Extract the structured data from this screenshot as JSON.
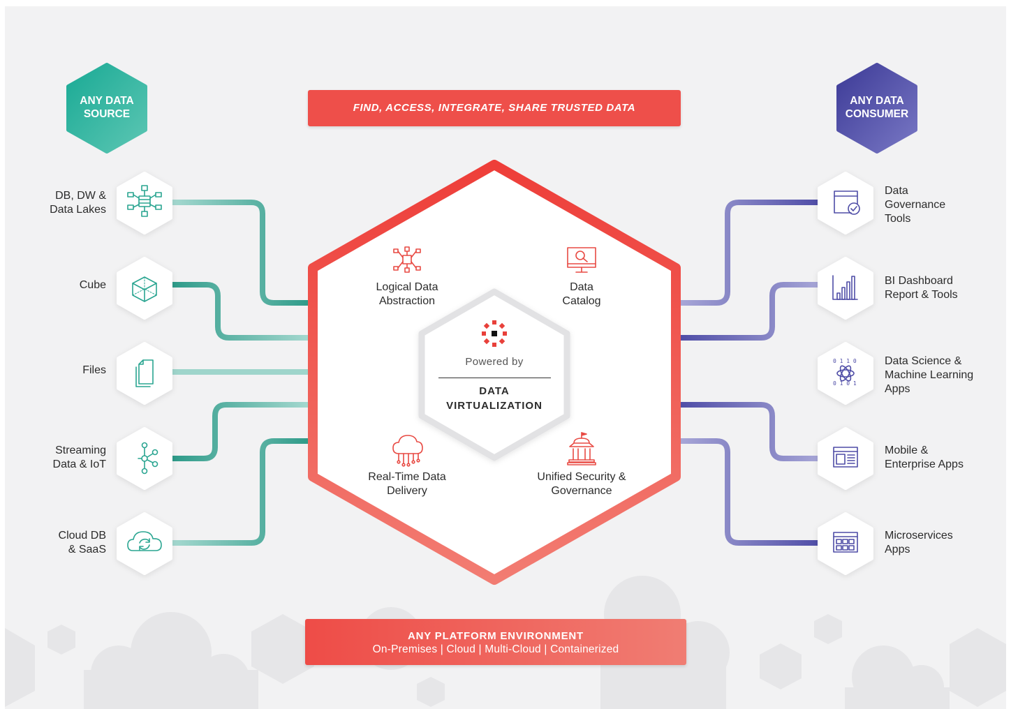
{
  "left_hex": {
    "title_line1": "ANY DATA",
    "title_line2": "SOURCE",
    "color": "#2bb5a0"
  },
  "right_hex": {
    "title_line1": "ANY DATA",
    "title_line2": "CONSUMER",
    "color": "#4e4ca0"
  },
  "top_banner": {
    "text": "FIND, ACCESS, INTEGRATE, SHARE TRUSTED DATA"
  },
  "bottom_banner": {
    "title": "ANY PLATFORM ENVIRONMENT",
    "subtitle": "On-Premises | Cloud | Multi-Cloud | Containerized"
  },
  "sources": [
    {
      "line1": "DB, DW &",
      "line2": "Data Lakes",
      "icon": "database-network-icon"
    },
    {
      "line1": "Cube",
      "line2": "",
      "icon": "cube-icon"
    },
    {
      "line1": "Files",
      "line2": "",
      "icon": "files-icon"
    },
    {
      "line1": "Streaming",
      "line2": "Data & IoT",
      "icon": "network-nodes-icon"
    },
    {
      "line1": "Cloud DB",
      "line2": "& SaaS",
      "icon": "cloud-sync-icon"
    }
  ],
  "consumers": [
    {
      "line1": "Data",
      "line2": "Governance",
      "line3": "Tools",
      "icon": "window-check-icon"
    },
    {
      "line1": "BI Dashboard",
      "line2": "Report & Tools",
      "line3": "",
      "icon": "bar-chart-icon"
    },
    {
      "line1": "Data Science &",
      "line2": "Machine Learning",
      "line3": "Apps",
      "icon": "binary-atom-icon"
    },
    {
      "line1": "Mobile &",
      "line2": "Enterprise Apps",
      "line3": "",
      "icon": "browser-layout-icon"
    },
    {
      "line1": "Microservices",
      "line2": "Apps",
      "line3": "",
      "icon": "browser-grid-icon"
    }
  ],
  "features": {
    "top_left": {
      "line1": "Logical Data",
      "line2": "Abstraction",
      "icon": "hierarchy-icon"
    },
    "top_right": {
      "line1": "Data",
      "line2": "Catalog",
      "icon": "monitor-search-icon"
    },
    "bottom_left": {
      "line1": "Real-Time Data",
      "line2": "Delivery",
      "icon": "cloud-circuit-icon"
    },
    "bottom_right": {
      "line1": "Unified Security &",
      "line2": "Governance",
      "icon": "government-building-icon"
    }
  },
  "core": {
    "powered_by": "Powered by",
    "title_line1": "DATA",
    "title_line2": "VIRTUALIZATION"
  },
  "colors": {
    "accent_red": "#ee4c47",
    "teal": "#2e9e8c",
    "indigo": "#4f4ea8",
    "icon_red": "#e84a43"
  }
}
